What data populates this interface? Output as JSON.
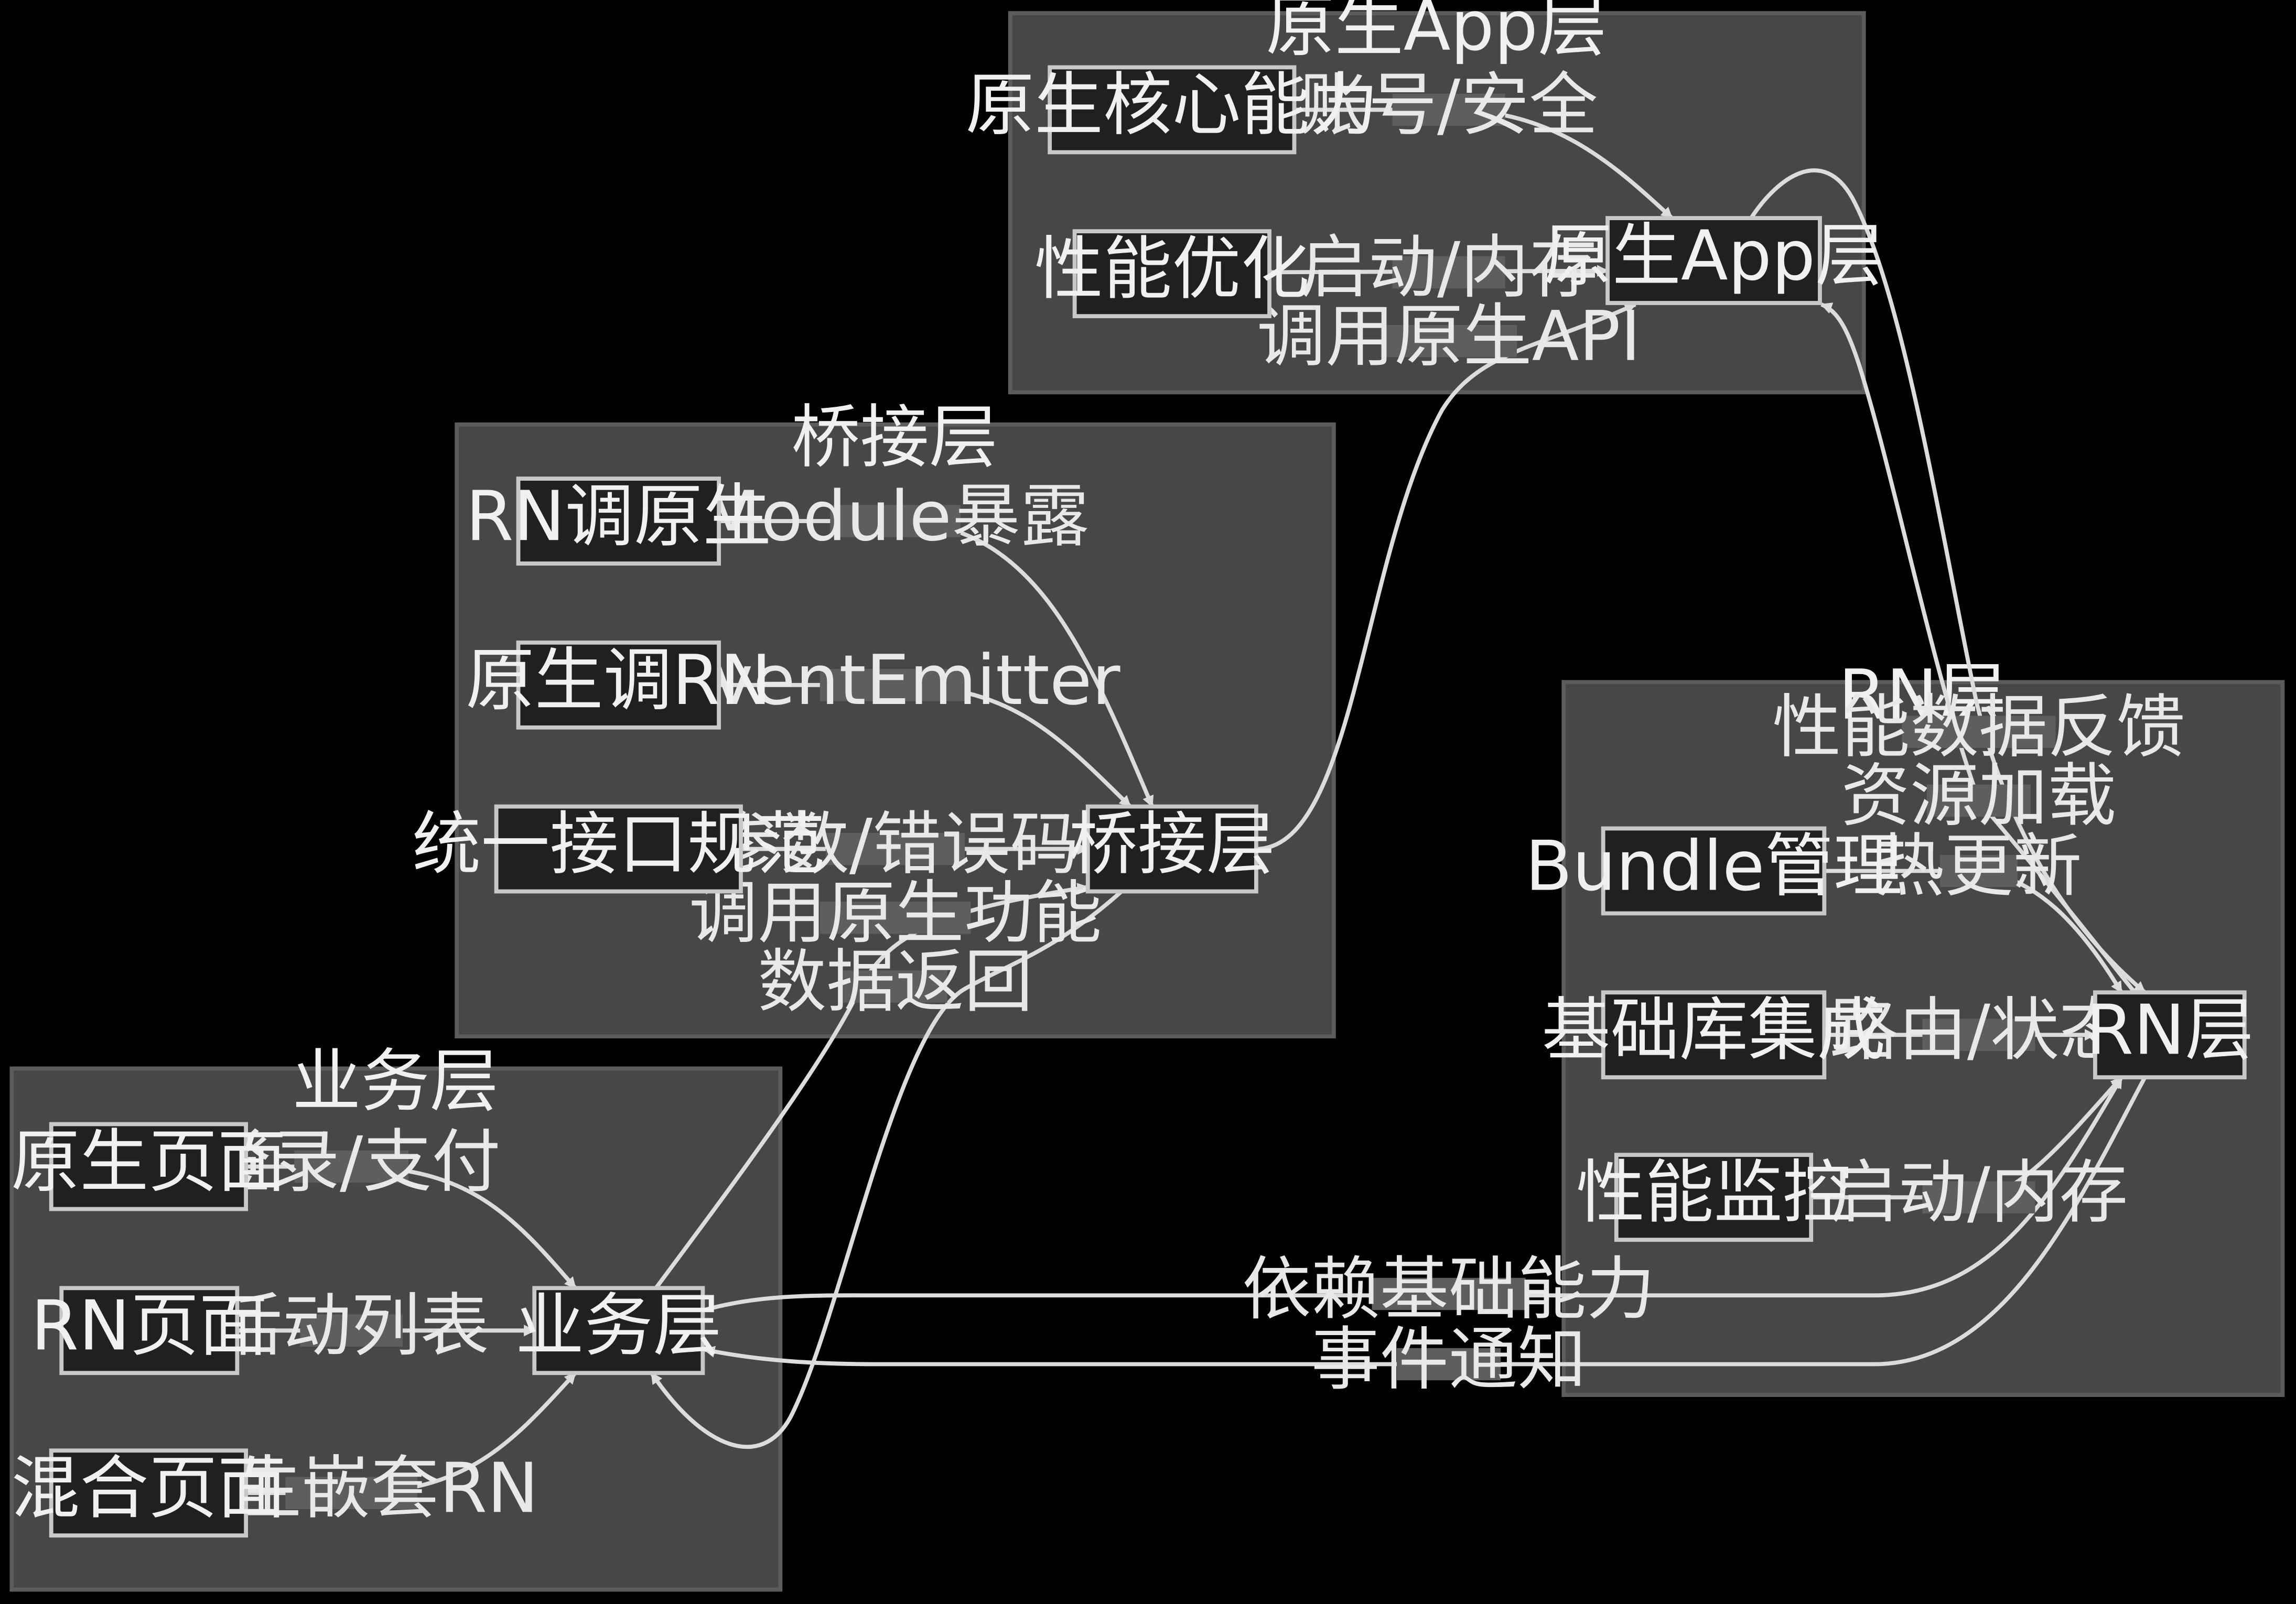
{
  "clusters": {
    "native": {
      "title": "原生App层"
    },
    "bridge": {
      "title": "桥接层"
    },
    "biz": {
      "title": "业务层"
    },
    "rn": {
      "title": "RN层"
    }
  },
  "nodes": {
    "native_core": "原生核心能力",
    "native_perf": "性能优化",
    "native_app": "原生App层",
    "rn_to_native": "RN调原生",
    "native_to_rn": "原生调RN",
    "unified_api": "统一接口规范",
    "bridge": "桥接层",
    "native_page": "原生页面",
    "rn_page": "RN页面",
    "hybrid_page": "混合页面",
    "biz": "业务层",
    "bundle": "Bundle管理",
    "base_lib": "基础库集成",
    "perf_monitor": "性能监控",
    "rn": "RN层"
  },
  "edges": {
    "account_security": "账号/安全",
    "startup_memory_native": "启动/内存",
    "call_native_api": "调用原生API",
    "module_expose": "Module暴露",
    "event_emitter": "EventEmitter",
    "params_errcode": "参数/错误码",
    "call_native_func": "调用原生功能",
    "data_return": "数据返回",
    "login_pay": "登录/支付",
    "activity_list": "活动列表",
    "native_embed_rn": "原生嵌套RN",
    "hot_update": "热更新",
    "route_state": "路由/状态",
    "startup_memory_rn": "启动/内存",
    "perf_feedback": "性能数据反馈",
    "resource_load": "资源加载",
    "depend_base": "依赖基础能力",
    "event_notify": "事件通知"
  },
  "colors": {
    "background": "#000000",
    "cluster_fill": "#474747",
    "node_fill": "#1f2020",
    "edge_stroke": "#dcdcdc",
    "label_bg": "#5e5e5e"
  }
}
